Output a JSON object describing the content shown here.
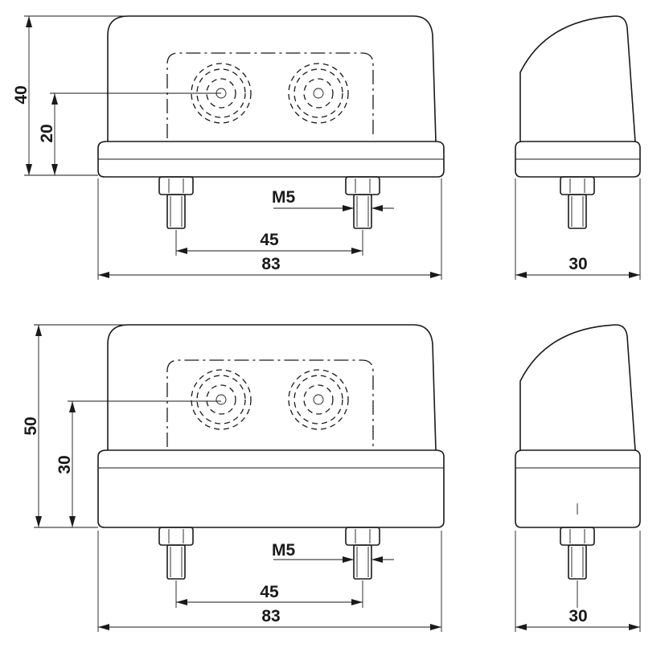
{
  "upper": {
    "height_total": "40",
    "height_center": "20",
    "thread": "M5",
    "bolt_spacing": "45",
    "width": "83",
    "depth": "30"
  },
  "lower": {
    "height_total": "50",
    "height_center": "30",
    "thread": "M5",
    "bolt_spacing": "45",
    "width": "83",
    "depth": "30"
  }
}
